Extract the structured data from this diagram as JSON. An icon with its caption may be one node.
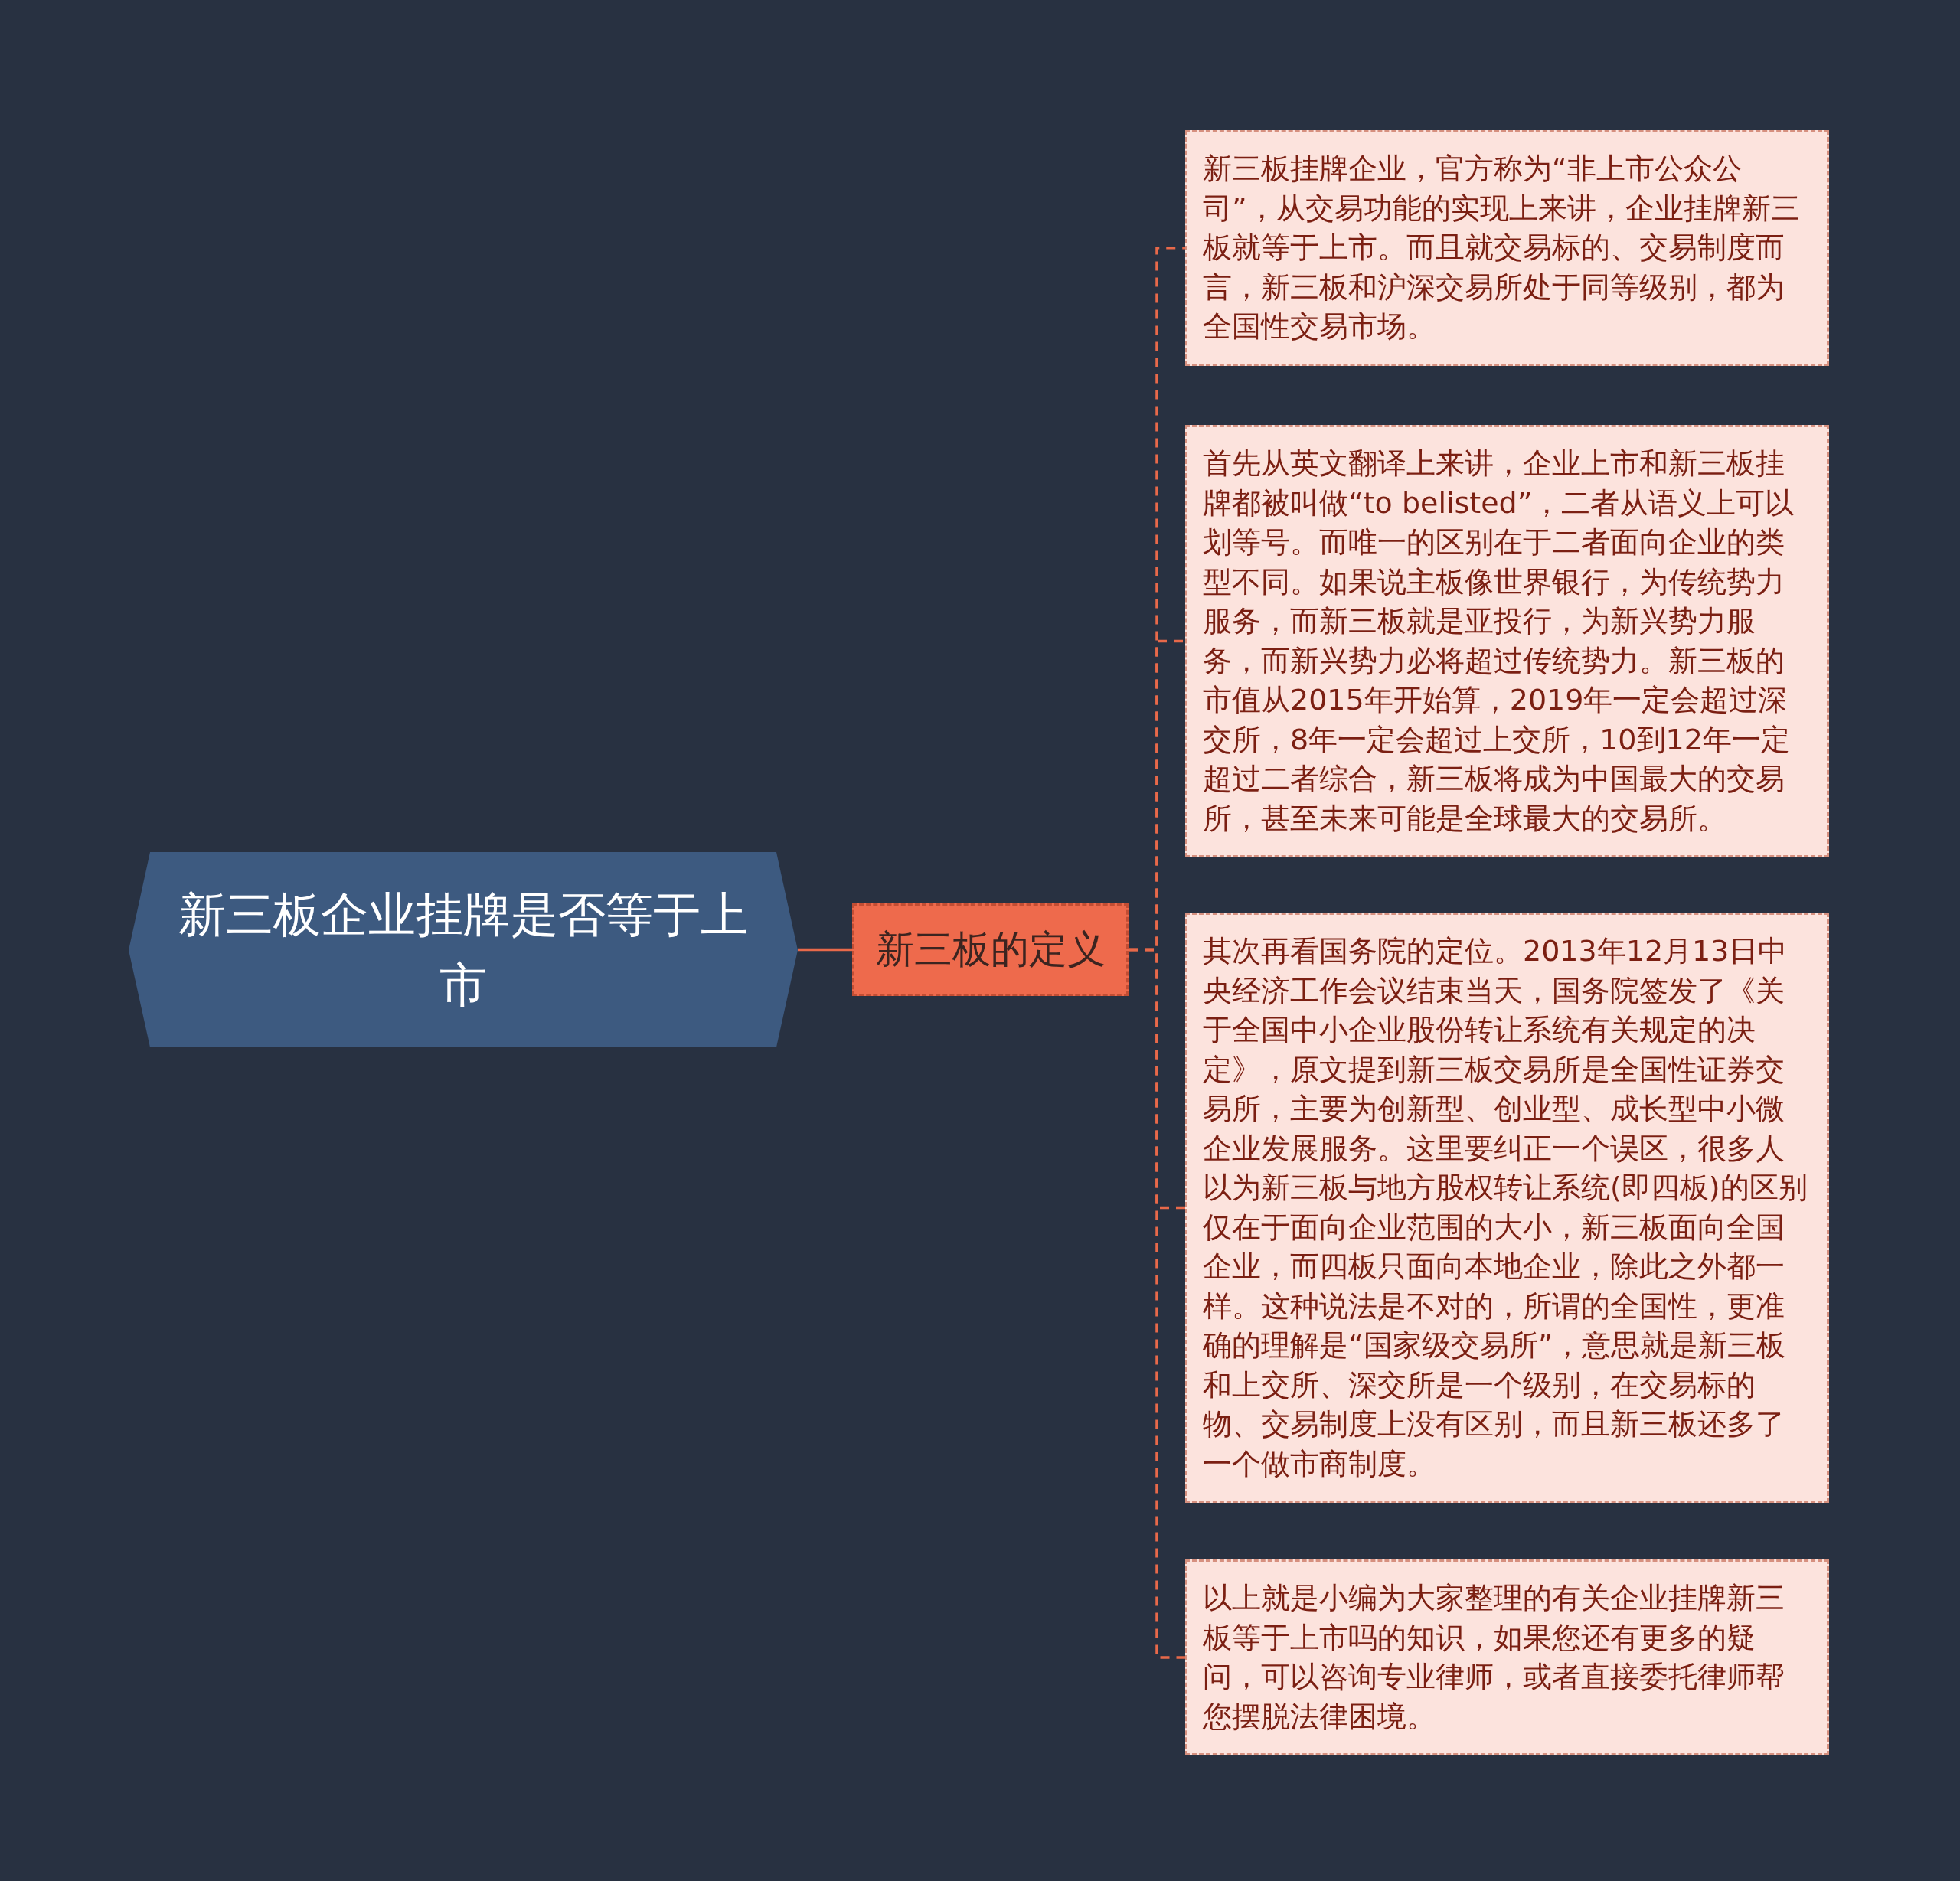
{
  "diagram": {
    "nodes": [
      {
        "text": [
          "新三板企业挂牌是否等于上市"
        ]
      },
      {
        "text": [
          "新三板的定义"
        ]
      },
      {
        "text": [
          "新三板挂牌企业，官方称为“非上市公众公司”，从交易功能的实现上来讲，企业挂牌新三板就等于上市。而且就交易标的、交易制度而言，新三板和沪深交易所处于同等级别，都为全国性交易市场。"
        ]
      },
      {
        "text": [
          "首先从英文翻译上来讲，企业上市和新三板挂牌都被叫做“to belisted”，二者从语义上可以划等号。而唯一的区别在于二者面向企业的类型不同。如果说主板像世界银行，为传统势力服务，而新三板就是亚投行，为新兴势力服务，而新兴势力必将超过传统势力。新三板的市值从2015年开始算，2019年一定会超过深交所，8年一定会超过上交所，10到12年一定超过二者综合，新三板将成为中国最大的交易所，甚至未来可能是全球最大的交易所。"
        ]
      },
      {
        "text": [
          "其次再看国务院的定位。2013年12月13日中央经济工作会议结束当天，国务院签发了《关于全国中小企业股份转让系统有关规定的决定》，原文提到新三板交易所是全国性证券交易所，主要为创新型、创业型、成长型中小微企业发展服务。这里要纠正一个误区，很多人以为新三板与地方股权转让系统(即四板)的区别仅在于面向企业范围的大小，新三板面向全国企业，而四板只面向本地企业，除此之外都一样。这种说法是不对的，所谓的全国性，更准确的理解是“国家级交易所”，意思就是新三板和上交所、深交所是一个级别，在交易标的物、交易制度上没有区别，而且新三板还多了一个做市商制度。"
        ]
      },
      {
        "text": [
          "以上就是小编为大家整理的有关企业挂牌新三板等于上市吗的知识，如果您还有更多的疑问，可以咨询专业律师，或者直接委托律师帮您摆脱法律困境。"
        ]
      }
    ],
    "edges": [
      {
        "from": 0,
        "to": 1,
        "arrow": "none"
      },
      {
        "from": 1,
        "to": 2,
        "arrow": "none",
        "style": "dashed"
      },
      {
        "from": 1,
        "to": 3,
        "arrow": "none",
        "style": "dashed"
      },
      {
        "from": 1,
        "to": 4,
        "arrow": "none",
        "style": "dashed"
      },
      {
        "from": 1,
        "to": 5,
        "arrow": "none",
        "style": "dashed"
      }
    ]
  }
}
